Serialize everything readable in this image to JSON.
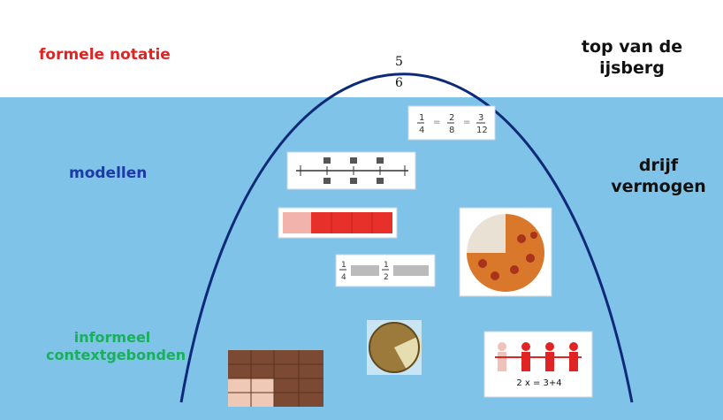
{
  "labels": {
    "formal": "formele notatie",
    "models": "modellen",
    "informal_line1": "informeel",
    "informal_line2": "contextgebonden",
    "top_line1": "top van de",
    "top_line2": "ijsberg",
    "float_line1": "drijf",
    "float_line2": "vermogen"
  },
  "formal_fraction": {
    "numerator": "5",
    "denominator": "6"
  },
  "people_caption": "2 x = 3+4",
  "colors": {
    "water": "#7fc3e8",
    "iceberg_line": "#0d2a78",
    "formal_text": "#e02424",
    "model_text": "#1d3aa6",
    "informal_text": "#18b05a",
    "bar_red": "#e8302b",
    "bar_pink": "#f3b3ad"
  }
}
